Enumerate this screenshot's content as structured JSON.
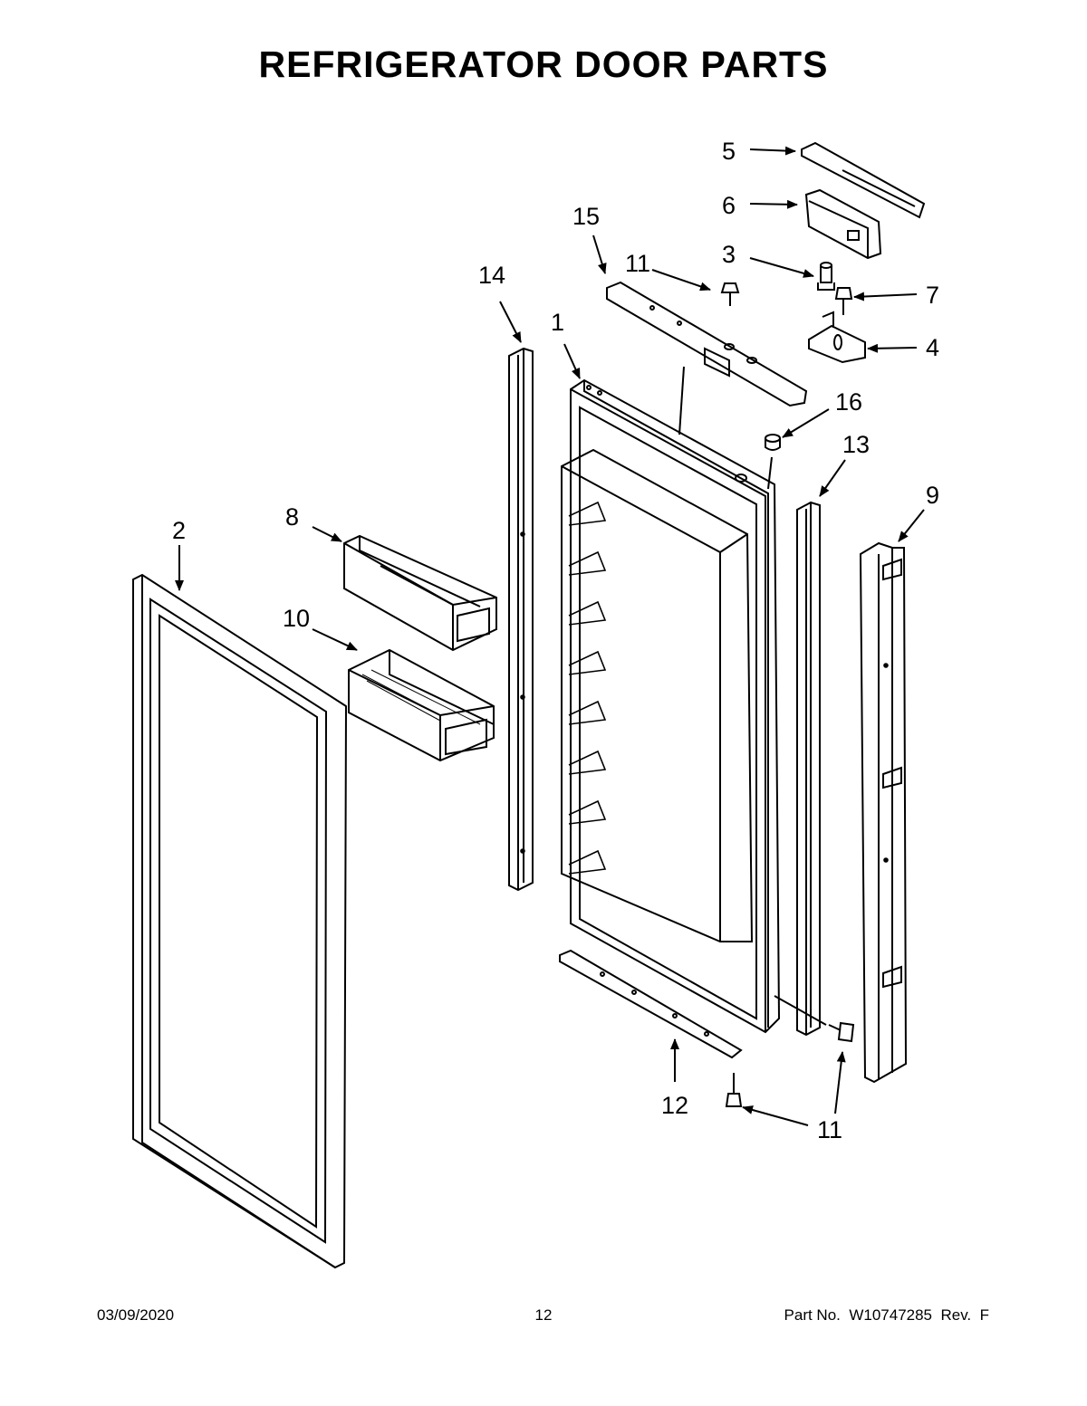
{
  "title": "REFRIGERATOR DOOR PARTS",
  "callouts": {
    "c1": "1",
    "c2": "2",
    "c3": "3",
    "c4": "4",
    "c5": "5",
    "c6": "6",
    "c7": "7",
    "c8": "8",
    "c9": "9",
    "c10": "10",
    "c11a": "11",
    "c11b": "11",
    "c11c": "11",
    "c12": "12",
    "c13": "13",
    "c14": "14",
    "c15": "15",
    "c16": "16"
  },
  "footer": {
    "date": "03/09/2020",
    "page": "12",
    "part": "Part No.  W10747285  Rev.  F"
  },
  "colors": {
    "line": "#000000",
    "background": "#ffffff"
  }
}
